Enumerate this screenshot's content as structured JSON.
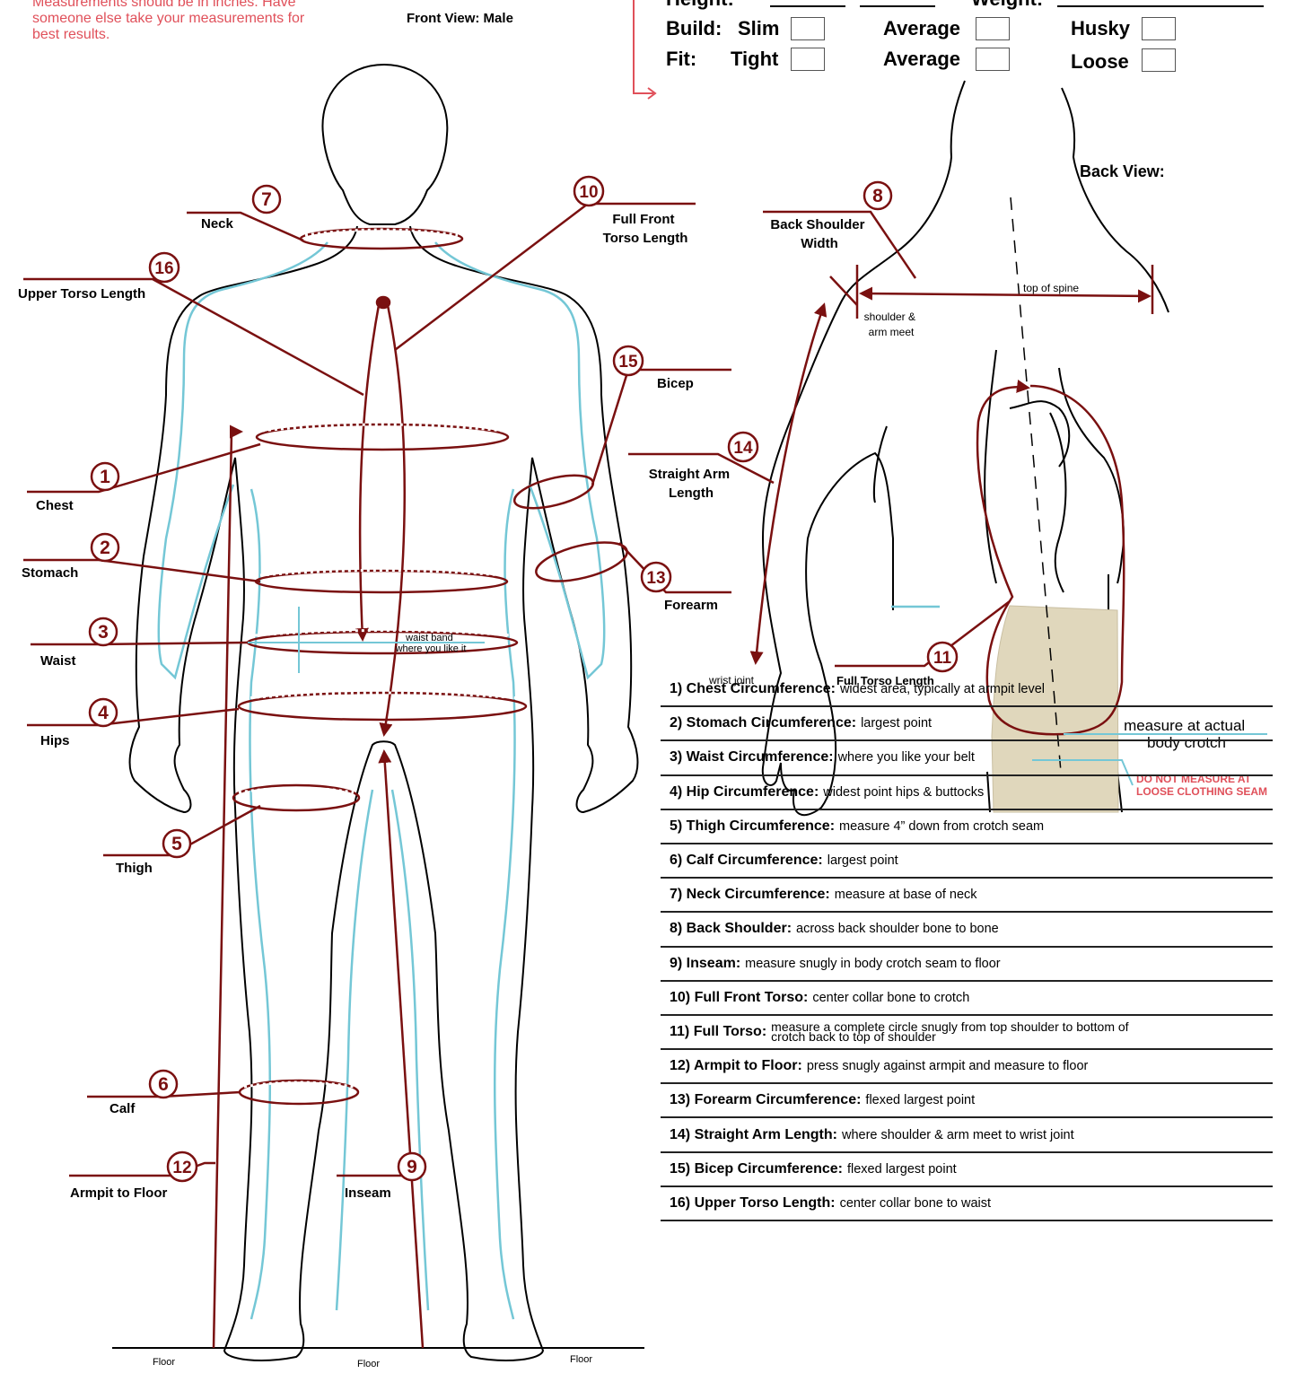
{
  "instructions_note": "Measurements should be in inches. Have someone else take your measurements for best results.",
  "form": {
    "height_label": "Height:",
    "weight_label": "Weight:",
    "build_label": "Build:",
    "build_options": [
      "Slim",
      "Average",
      "Husky"
    ],
    "fit_label": "Fit:",
    "fit_options": [
      "Tight",
      "Average",
      "Loose"
    ]
  },
  "front_view": {
    "title": "Front View: Male",
    "labels": {
      "neck": "Neck",
      "full_front_torso": [
        "Full Front",
        "Torso Length"
      ],
      "upper_torso": "Upper Torso Length",
      "bicep": "Bicep",
      "chest": "Chest",
      "stomach": "Stomach",
      "waist": "Waist",
      "hips": "Hips",
      "forearm": "Forearm",
      "thigh": "Thigh",
      "calf": "Calf",
      "armpit_to_floor": "Armpit to Floor",
      "inseam": "Inseam",
      "waist_band": [
        "waist band",
        "where you like it"
      ],
      "floor": "Floor"
    }
  },
  "back_view": {
    "title": "Back View:",
    "labels": {
      "back_shoulder": [
        "Back Shoulder",
        "Width"
      ],
      "top_of_spine": "top of spine",
      "shoulder_arm_meet": [
        "shoulder &",
        "arm meet"
      ],
      "straight_arm": [
        "Straight Arm",
        "Length"
      ],
      "wrist_joint": "wrist joint",
      "full_torso": "Full Torso Length",
      "actual_crotch": [
        "measure at actual",
        "body crotch"
      ],
      "no_seam": [
        "DO NOT MEASURE AT",
        "LOOSE CLOTHING SEAM"
      ]
    }
  },
  "markers": [
    "1",
    "2",
    "3",
    "4",
    "5",
    "6",
    "7",
    "8",
    "9",
    "10",
    "11",
    "12",
    "13",
    "14",
    "15",
    "16"
  ],
  "legend": [
    {
      "title": "1) Chest Circumference:",
      "desc": "widest area, typically at armpit level"
    },
    {
      "title": "2) Stomach Circumference:",
      "desc": "largest point"
    },
    {
      "title": "3) Waist Circumference:",
      "desc": "where you like your belt"
    },
    {
      "title": "4) Hip Circumference:",
      "desc": "widest point hips & buttocks"
    },
    {
      "title": "5) Thigh Circumference:",
      "desc": "measure 4” down from crotch seam"
    },
    {
      "title": "6) Calf Circumference:",
      "desc": "largest point"
    },
    {
      "title": "7) Neck Circumference:",
      "desc": "measure at base of neck"
    },
    {
      "title": "8) Back Shoulder:",
      "desc": "across back shoulder bone to bone"
    },
    {
      "title": "9) Inseam:",
      "desc": "measure snugly in body crotch seam to floor"
    },
    {
      "title": "10) Full Front Torso:",
      "desc": "center collar bone to crotch"
    },
    {
      "title": "11) Full Torso:",
      "desc": "measure a complete circle snugly from top shoulder to bottom of crotch back to top of shoulder"
    },
    {
      "title": "12) Armpit to Floor:",
      "desc": "press snugly against armpit and measure to floor"
    },
    {
      "title": "13) Forearm Circumference:",
      "desc": "flexed largest point"
    },
    {
      "title": "14) Straight Arm Length:",
      "desc": "where shoulder & arm meet to wrist joint"
    },
    {
      "title": "15) Bicep Circumference:",
      "desc": "flexed largest point"
    },
    {
      "title": "16) Upper Torso Length:",
      "desc": "center collar bone to waist"
    }
  ],
  "colors": {
    "measure": "#7a1010",
    "guide": "#74c7d6",
    "note": "#e0505a",
    "pants": "#e0d7bc"
  }
}
